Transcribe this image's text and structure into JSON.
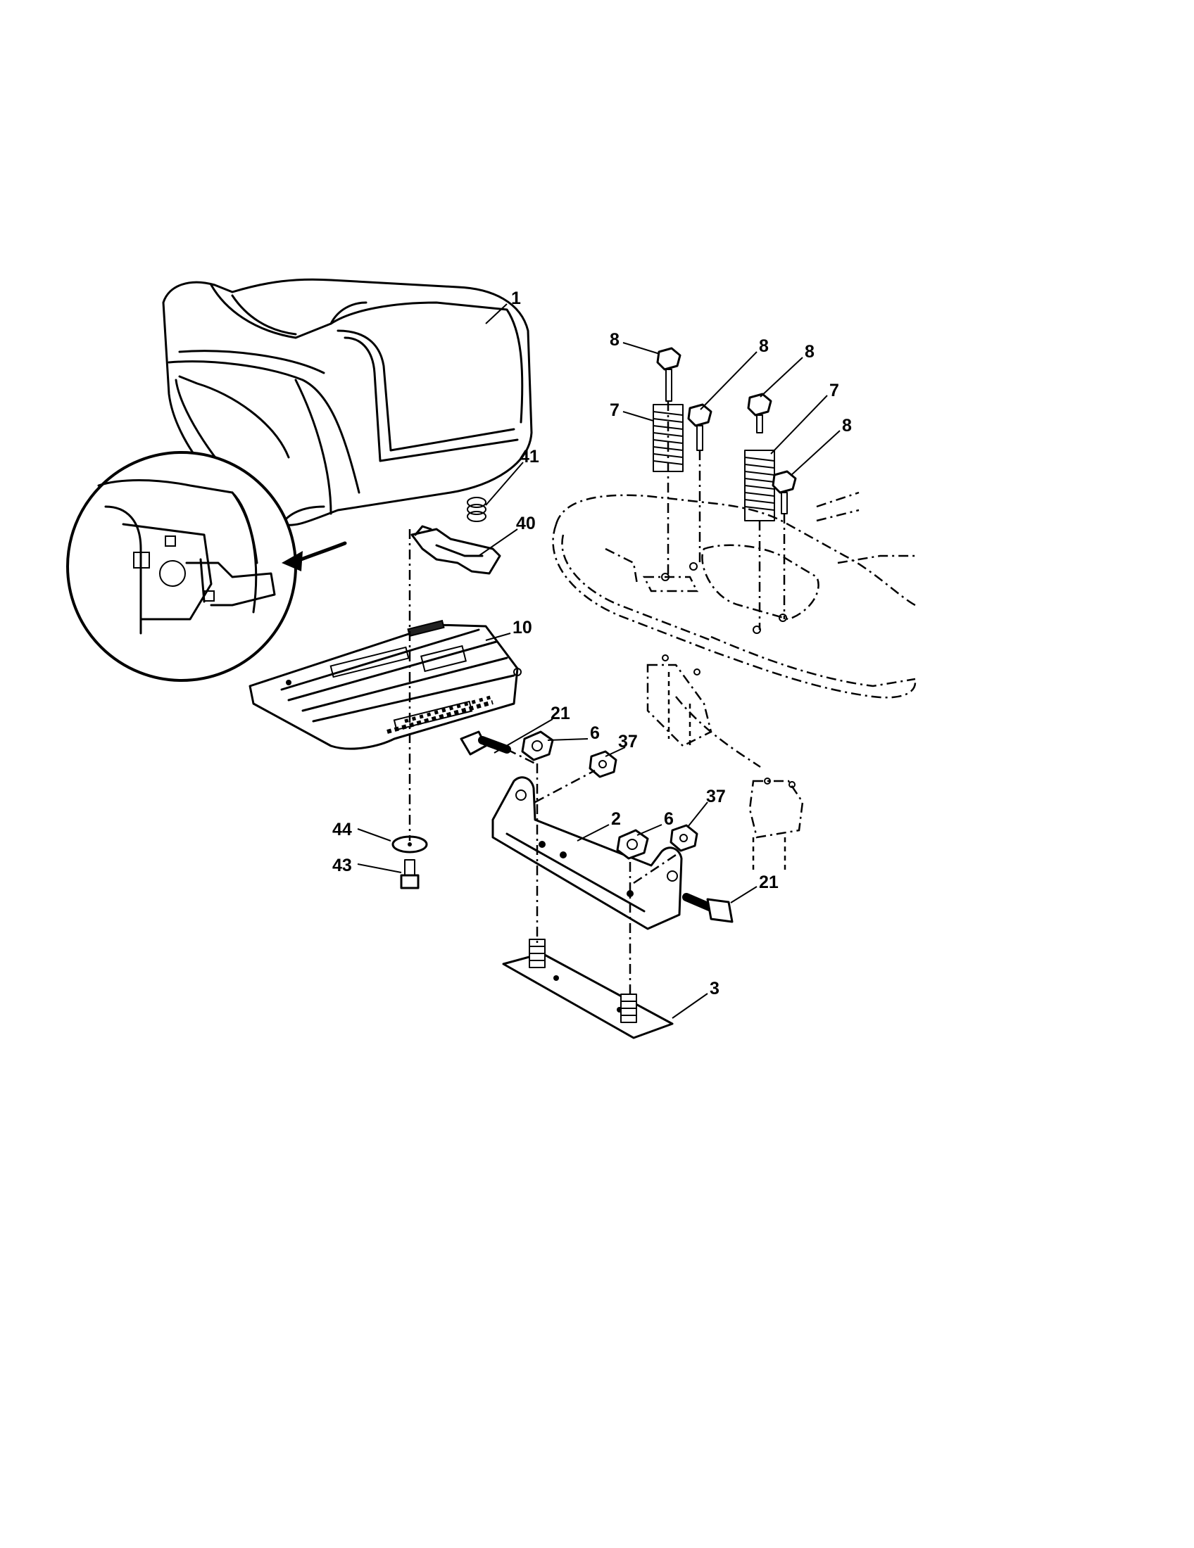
{
  "diagram": {
    "type": "exploded parts diagram",
    "callouts": [
      {
        "id": "c-1",
        "label": "1"
      },
      {
        "id": "c-2",
        "label": "2"
      },
      {
        "id": "c-3",
        "label": "3"
      },
      {
        "id": "c-6a",
        "label": "6"
      },
      {
        "id": "c-6b",
        "label": "6"
      },
      {
        "id": "c-7a",
        "label": "7"
      },
      {
        "id": "c-7b",
        "label": "7"
      },
      {
        "id": "c-8a",
        "label": "8"
      },
      {
        "id": "c-8b",
        "label": "8"
      },
      {
        "id": "c-8c",
        "label": "8"
      },
      {
        "id": "c-8d",
        "label": "8"
      },
      {
        "id": "c-10",
        "label": "10"
      },
      {
        "id": "c-21a",
        "label": "21"
      },
      {
        "id": "c-21b",
        "label": "21"
      },
      {
        "id": "c-37a",
        "label": "37"
      },
      {
        "id": "c-37b",
        "label": "37"
      },
      {
        "id": "c-40",
        "label": "40"
      },
      {
        "id": "c-41",
        "label": "41"
      },
      {
        "id": "c-43",
        "label": "43"
      },
      {
        "id": "c-44",
        "label": "44"
      }
    ]
  }
}
